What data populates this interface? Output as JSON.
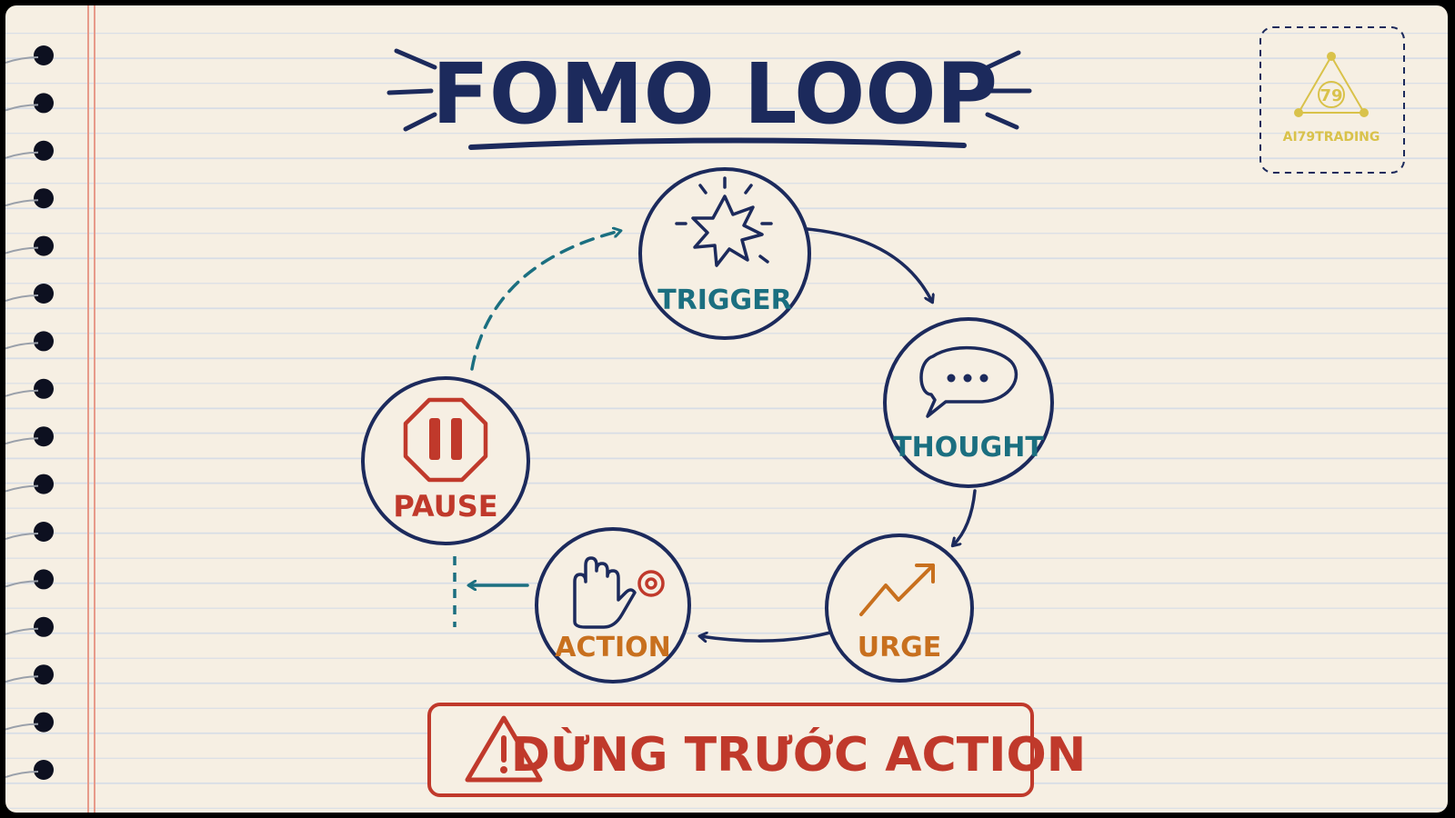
{
  "title": "FOMO LOOP",
  "logo": {
    "number": "79",
    "text": "AI79TRADING"
  },
  "nodes": {
    "trigger": "TRIGGER",
    "thought": "THOUGHT",
    "urge": "URGE",
    "action": "ACTION",
    "pause": "PAUSE"
  },
  "warning": "DỪNG TRƯỚC ACTION",
  "colors": {
    "paper": "#f6efe3",
    "navy": "#1c2a5c",
    "teal": "#1b6f80",
    "orange": "#c8701e",
    "red": "#c0392b",
    "gold": "#d9c24a",
    "margin_line": "#e79a8a"
  },
  "icons": {
    "trigger": "burst-star-icon",
    "thought": "speech-bubble-icon",
    "urge": "trend-up-arrow-icon",
    "action": "hand-click-icon",
    "pause": "pause-octagon-icon",
    "warning": "warning-triangle-icon"
  }
}
